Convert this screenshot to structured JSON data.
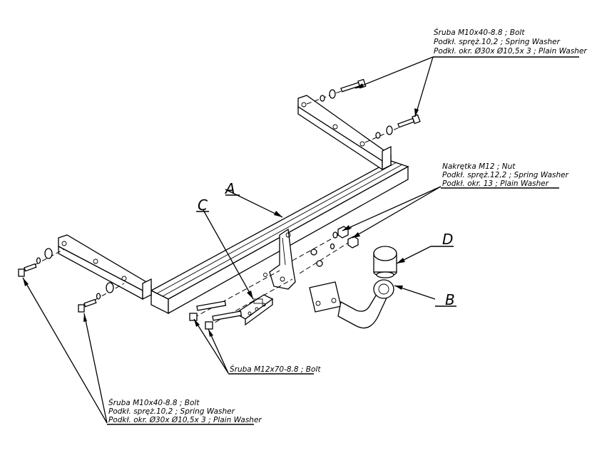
{
  "labels": {
    "part_a": "A",
    "part_b": "B",
    "part_c": "C",
    "part_d": "D"
  },
  "callouts": {
    "top_right": [
      "Śruba M10x40-8.8 ;  Bolt",
      "Podkł. spręż.10,2 ; Spring Washer",
      "Podkł. okr.  Ø30x Ø10,5x 3 ; Plain Washer"
    ],
    "nut": [
      "Nakrętka  M12 ; Nut",
      "Podkł. spręż.12,2 ; Spring Washer",
      "Podkł. okr. 13 ; Plain Washer"
    ],
    "center_bolt": [
      "Śruba M12x70-8.8 ;  Bolt"
    ],
    "bottom_left": [
      "Śruba M10x40-8.8 ;  Bolt",
      "Podkł. spręż.10,2 ; Spring Washer",
      "Podkł. okr.  Ø30x Ø10,5x 3 ; Plain Washer"
    ]
  }
}
